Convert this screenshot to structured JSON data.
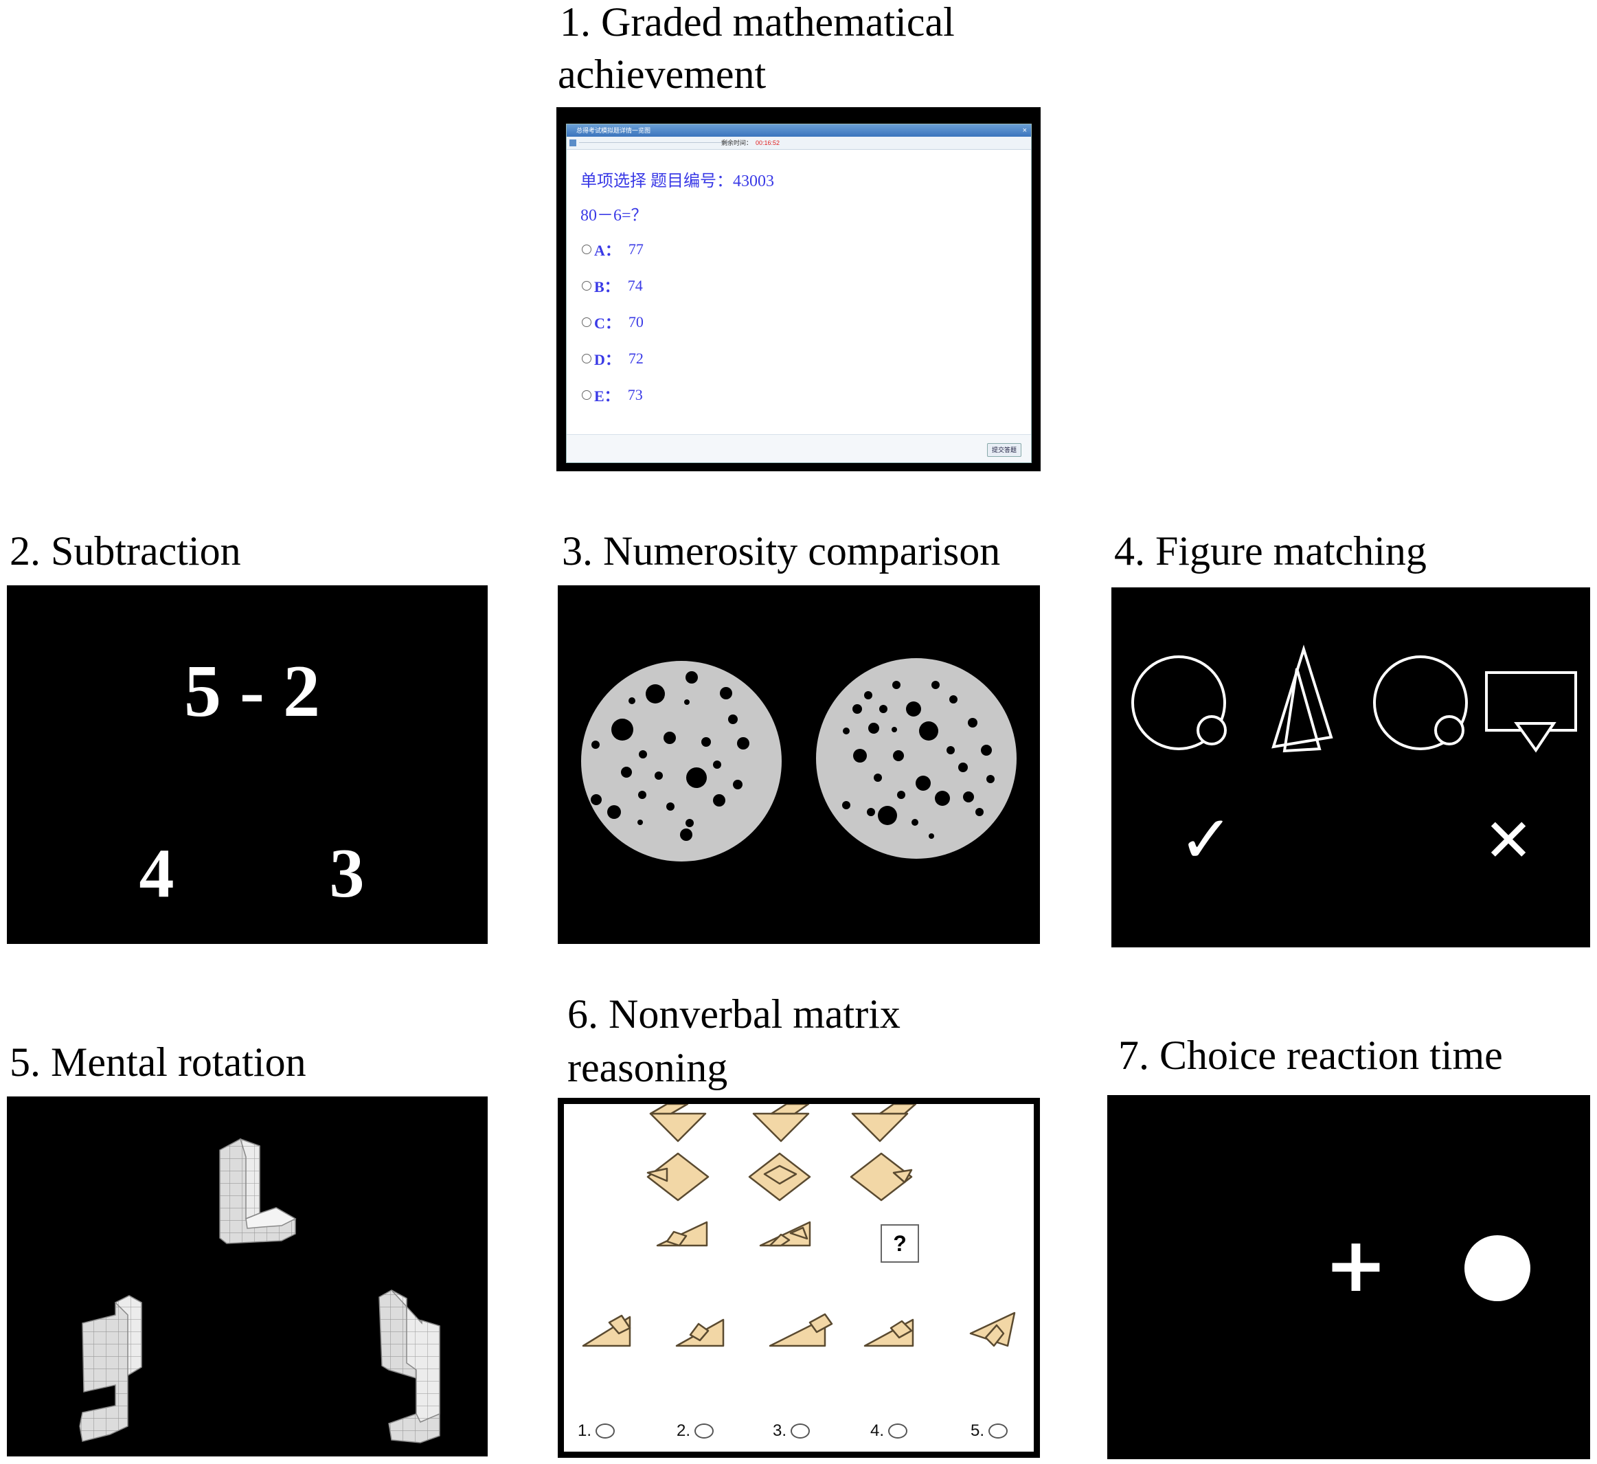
{
  "captions": {
    "p1_line1": "1. Graded mathematical",
    "p1_line2": "achievement",
    "p2": "2. Subtraction",
    "p3": "3. Numerosity  comparison",
    "p4": "4. Figure matching",
    "p5": "5. Mental  rotation",
    "p6_line1": "6. Nonverbal  matrix",
    "p6_line2": "reasoning",
    "p7": "7. Choice reaction time"
  },
  "panel1": {
    "window_title": "总得考试模拟题详情一览图",
    "close_glyph": "×",
    "timer_label": "剩余时间：",
    "timer_value": "00:16:52",
    "question_header": "单项选择   题目编号：43003",
    "question": "80－6=？",
    "options": [
      {
        "label": "A：",
        "value": "77"
      },
      {
        "label": "B：",
        "value": "74"
      },
      {
        "label": "C：",
        "value": "70"
      },
      {
        "label": "D：",
        "value": "72"
      },
      {
        "label": "E：",
        "value": "73"
      }
    ],
    "submit_label": "提交答题"
  },
  "panel2": {
    "problem": "5 - 2",
    "choice_left": "4",
    "choice_right": "3"
  },
  "panel4": {
    "correct_glyph": "✓",
    "wrong_glyph": "✕"
  },
  "panel6": {
    "missing_glyph": "?",
    "choices": [
      "1.",
      "2.",
      "3.",
      "4.",
      "5."
    ]
  },
  "panel7": {
    "fixation_glyph": "+"
  },
  "colors": {
    "panel_bg": "#000000",
    "dot_disc": "#c8c8c8",
    "tile_fill": "#f2d7a6",
    "tile_stroke": "#5a4a30",
    "question_blue": "#3a3ae6",
    "timer_red": "#e02020",
    "cube_fill": "#dcdcdc"
  }
}
